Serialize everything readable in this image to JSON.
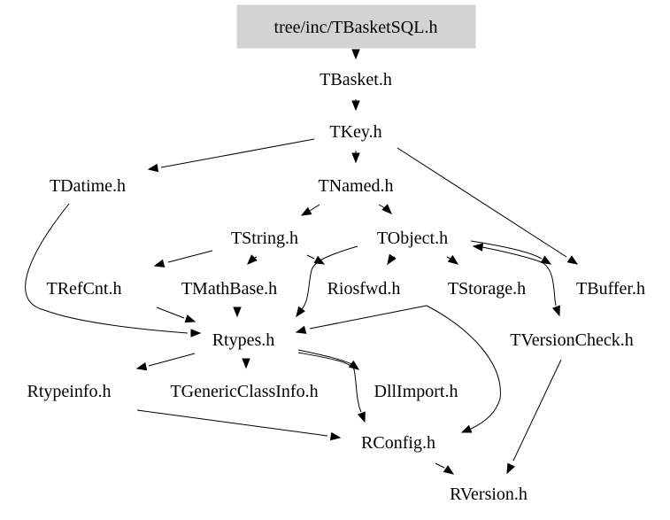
{
  "title": "tree/inc/TBasketSQL.h include dependency graph",
  "colors": {
    "root_fill": "#d3d3d3",
    "edge": "#000000",
    "background": "#ffffff"
  },
  "nodes": [
    {
      "id": "TBasketSQL",
      "label": "tree/inc/TBasketSQL.h",
      "root": true
    },
    {
      "id": "TBasket",
      "label": "TBasket.h"
    },
    {
      "id": "TKey",
      "label": "TKey.h"
    },
    {
      "id": "TDatime",
      "label": "TDatime.h"
    },
    {
      "id": "TNamed",
      "label": "TNamed.h"
    },
    {
      "id": "TString",
      "label": "TString.h"
    },
    {
      "id": "TObject",
      "label": "TObject.h"
    },
    {
      "id": "TRefCnt",
      "label": "TRefCnt.h"
    },
    {
      "id": "TMathBase",
      "label": "TMathBase.h"
    },
    {
      "id": "Riosfwd",
      "label": "Riosfwd.h"
    },
    {
      "id": "TStorage",
      "label": "TStorage.h"
    },
    {
      "id": "TBuffer",
      "label": "TBuffer.h"
    },
    {
      "id": "Rtypes",
      "label": "Rtypes.h"
    },
    {
      "id": "TVersionCheck",
      "label": "TVersionCheck.h"
    },
    {
      "id": "Rtypeinfo",
      "label": "Rtypeinfo.h"
    },
    {
      "id": "TGenericClassInfo",
      "label": "TGenericClassInfo.h"
    },
    {
      "id": "DllImport",
      "label": "DllImport.h"
    },
    {
      "id": "RConfig",
      "label": "RConfig.h"
    },
    {
      "id": "RVersion",
      "label": "RVersion.h"
    }
  ],
  "edges": [
    {
      "from": "TBasketSQL",
      "to": "TBasket"
    },
    {
      "from": "TBasket",
      "to": "TKey"
    },
    {
      "from": "TKey",
      "to": "TDatime"
    },
    {
      "from": "TKey",
      "to": "TNamed"
    },
    {
      "from": "TKey",
      "to": "TBuffer"
    },
    {
      "from": "TDatime",
      "to": "Rtypes"
    },
    {
      "from": "TNamed",
      "to": "TString"
    },
    {
      "from": "TNamed",
      "to": "TObject"
    },
    {
      "from": "TString",
      "to": "TRefCnt"
    },
    {
      "from": "TString",
      "to": "TMathBase"
    },
    {
      "from": "TString",
      "to": "Riosfwd"
    },
    {
      "from": "TObject",
      "to": "Rtypes"
    },
    {
      "from": "TObject",
      "to": "Riosfwd"
    },
    {
      "from": "TObject",
      "to": "TStorage"
    },
    {
      "from": "TObject",
      "to": "TBuffer"
    },
    {
      "from": "TBuffer",
      "to": "TObject"
    },
    {
      "from": "TObject",
      "to": "TVersionCheck"
    },
    {
      "from": "TRefCnt",
      "to": "Rtypes"
    },
    {
      "from": "TMathBase",
      "to": "Rtypes"
    },
    {
      "from": "TStorage",
      "to": "Rtypes"
    },
    {
      "from": "TStorage",
      "to": "RConfig"
    },
    {
      "from": "TVersionCheck",
      "to": "RVersion"
    },
    {
      "from": "Rtypes",
      "to": "Rtypeinfo"
    },
    {
      "from": "Rtypes",
      "to": "TGenericClassInfo"
    },
    {
      "from": "Rtypes",
      "to": "DllImport"
    },
    {
      "from": "Rtypes",
      "to": "RConfig"
    },
    {
      "from": "Rtypeinfo",
      "to": "RConfig"
    },
    {
      "from": "RConfig",
      "to": "RVersion"
    }
  ]
}
